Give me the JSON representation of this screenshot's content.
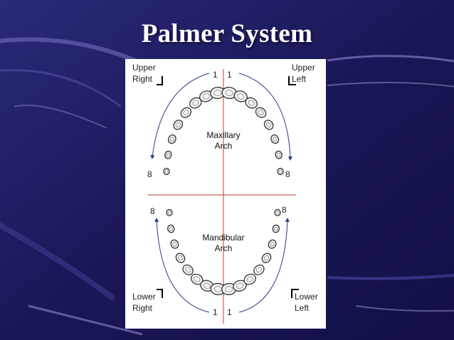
{
  "slide": {
    "title": "Palmer System"
  },
  "quadrants": {
    "upper_right": [
      "Upper",
      "Right"
    ],
    "upper_left": [
      "Upper",
      "Left"
    ],
    "lower_right": [
      "Lower",
      "Right"
    ],
    "lower_left": [
      "Lower",
      "Left"
    ]
  },
  "arches": {
    "maxillary": [
      "Maxillary",
      "Arch"
    ],
    "mandibular": [
      "Mandibular",
      "Arch"
    ]
  },
  "numbers": {
    "upper_right_first": "1",
    "upper_left_first": "1",
    "upper_right_last": "8",
    "upper_left_last": "8",
    "lower_right_last": "8",
    "lower_left_last": "8",
    "lower_right_first": "1",
    "lower_left_first": "1"
  },
  "colors": {
    "background": "#1c1a5e",
    "midline": "#c0392b",
    "arrow": "#2a3a8c",
    "tooth_outline": "#333333"
  }
}
